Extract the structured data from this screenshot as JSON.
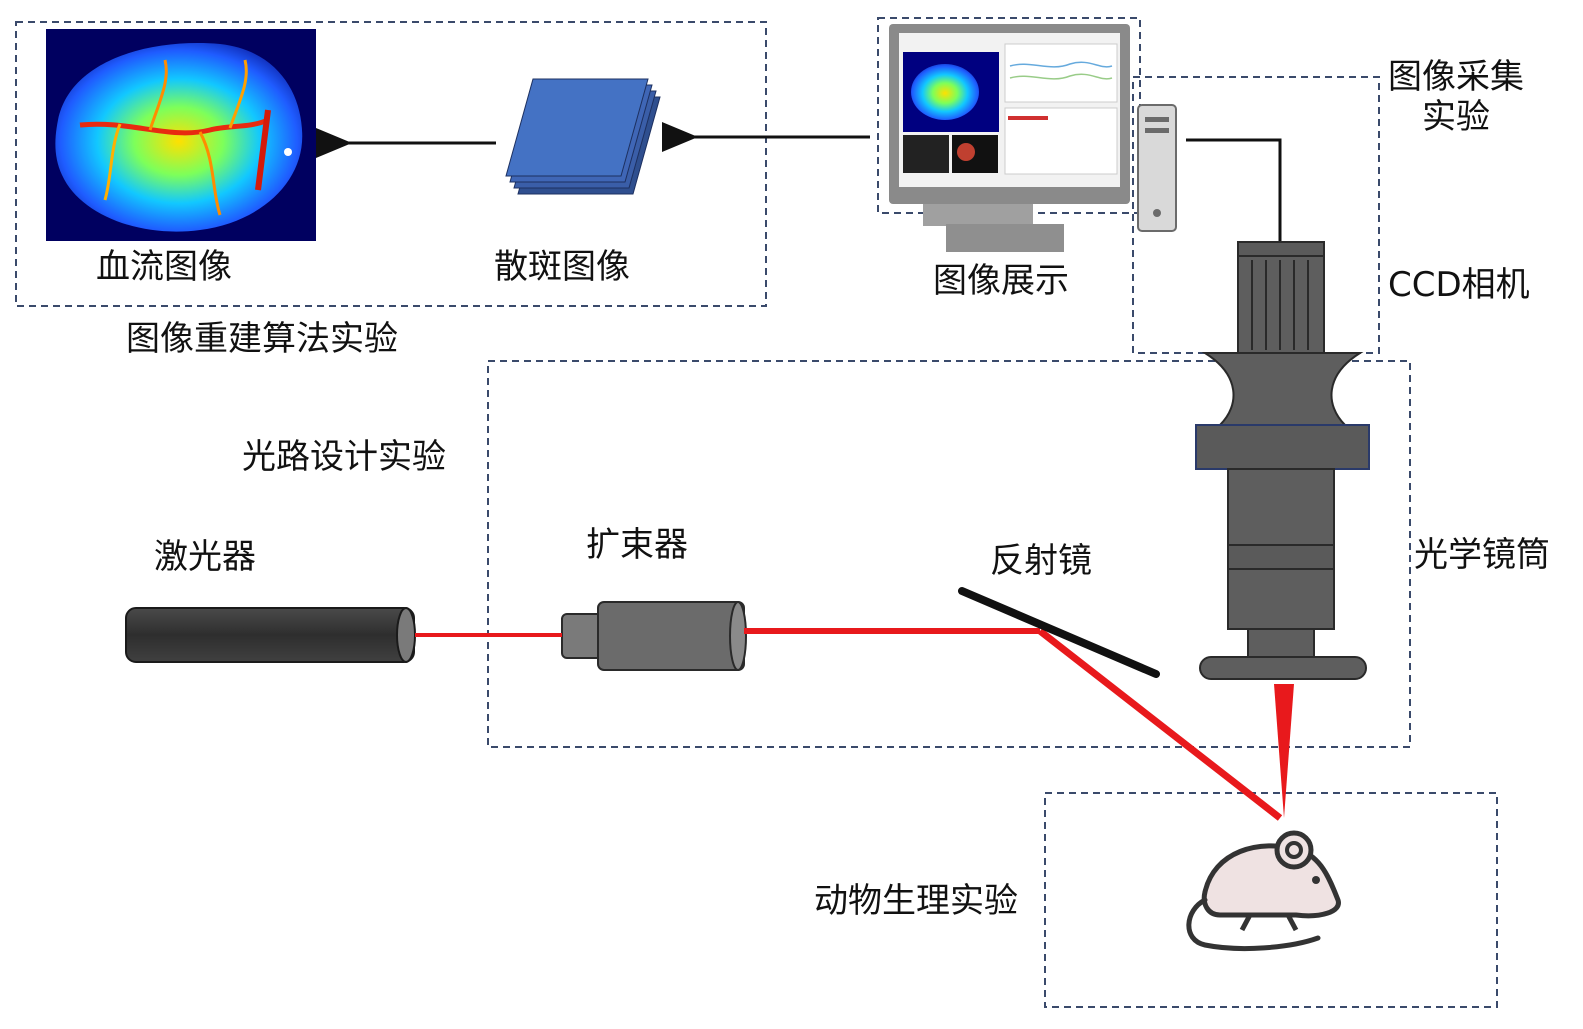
{
  "labels": {
    "blood_flow_image": "血流图像",
    "speckle_image": "散斑图像",
    "image_display": "图像展示",
    "reconstruction_experiment": "图像重建算法实验",
    "acquisition_line1": "图像采集",
    "acquisition_line2": "实验",
    "ccd_camera": "CCD相机",
    "optical_path_experiment": "光路设计实验",
    "laser": "激光器",
    "beam_expander": "扩束器",
    "mirror": "反射镜",
    "optical_tube": "光学镜筒",
    "animal_experiment": "动物生理实验"
  },
  "colors": {
    "laser_beam": "#e8191c",
    "box_border": "#3a4a6b",
    "speckle_stack": "#4472c4",
    "device_gray": "#6b6b6b",
    "device_dark": "#3a3a3a"
  },
  "icons": {
    "mouse": "mouse-icon",
    "computer": "computer-icon",
    "speckle_stack": "image-stack-icon"
  }
}
